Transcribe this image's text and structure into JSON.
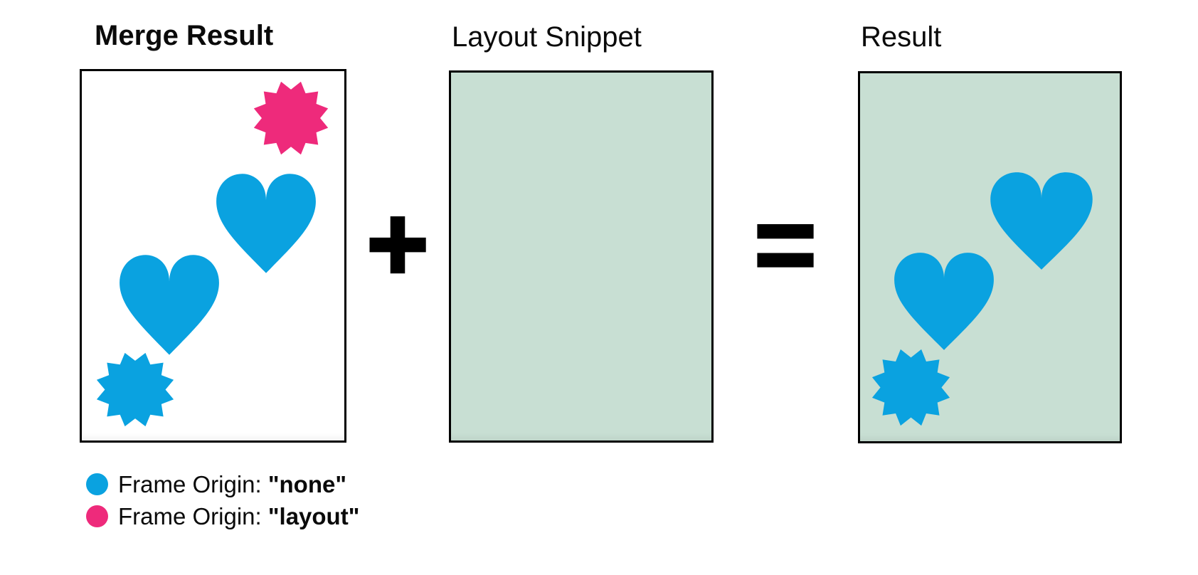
{
  "titles": {
    "merge": "Merge Result",
    "layout": "Layout Snippet",
    "result": "Result"
  },
  "operators": {
    "plus": "+",
    "equals": "="
  },
  "legend": {
    "none": {
      "prefix": "Frame Origin: ",
      "value": "\"none\""
    },
    "layout": {
      "prefix": "Frame Origin: ",
      "value": "\"layout\""
    }
  },
  "panels": [
    {
      "title": "Merge Result",
      "background": "#FFFFFF",
      "shapes": [
        {
          "name": "starburst-icon",
          "color_key": "pink",
          "frame_origin": "layout"
        },
        {
          "name": "heart-icon",
          "color_key": "blue",
          "frame_origin": "none"
        },
        {
          "name": "heart-icon",
          "color_key": "blue",
          "frame_origin": "none"
        },
        {
          "name": "starburst-icon",
          "color_key": "blue",
          "frame_origin": "none"
        }
      ]
    },
    {
      "title": "Layout Snippet",
      "background": "#C8DFD3",
      "shapes": []
    },
    {
      "title": "Result",
      "background": "#C8DFD3",
      "shapes": [
        {
          "name": "heart-icon",
          "color_key": "blue",
          "frame_origin": "none"
        },
        {
          "name": "heart-icon",
          "color_key": "blue",
          "frame_origin": "none"
        },
        {
          "name": "starburst-icon",
          "color_key": "blue",
          "frame_origin": "none"
        }
      ]
    }
  ],
  "colors": {
    "blue": "#0AA2E0",
    "pink": "#EE2A7B",
    "green": "#C8DFD3",
    "ink": "#000000"
  }
}
